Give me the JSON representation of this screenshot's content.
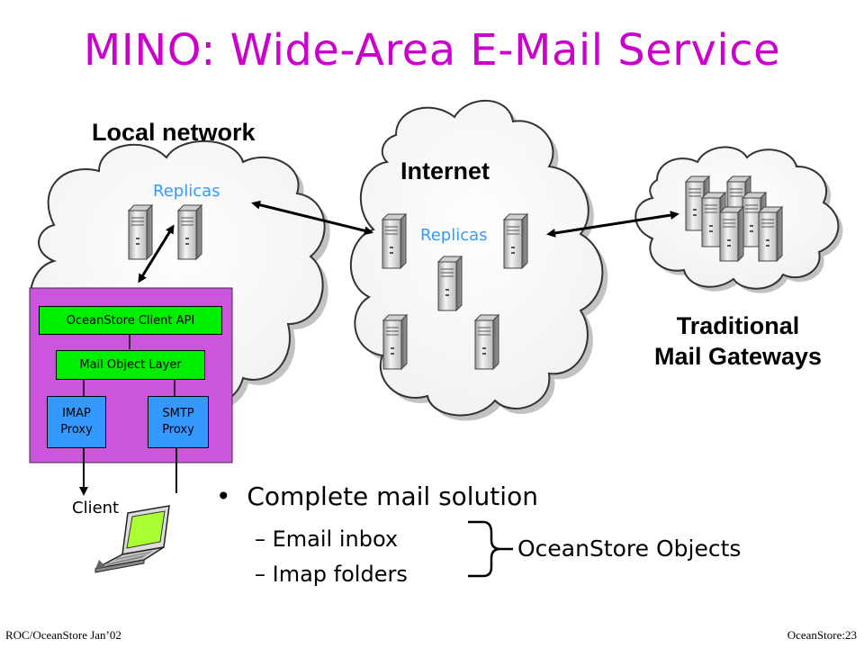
{
  "title": "MINO: Wide-Area E-Mail Service",
  "local_network": {
    "label": "Local network",
    "replicas_label": "Replicas"
  },
  "internet": {
    "label": "Internet",
    "replicas_label": "Replicas"
  },
  "gateways": {
    "label_line1": "Traditional",
    "label_line2": "Mail Gateways"
  },
  "client_stack": {
    "api_label": "OceanStore Client API",
    "object_layer_label": "Mail Object Layer",
    "imap_line1": "IMAP",
    "imap_line2": "Proxy",
    "smtp_line1": "SMTP",
    "smtp_line2": "Proxy",
    "client_label": "Client"
  },
  "bullets": {
    "main": "Complete mail solution",
    "sub1": "Email inbox",
    "sub2": "Imap folders",
    "brace_label": "OceanStore Objects"
  },
  "footer": {
    "left": "ROC/OceanStore Jan’02",
    "right": "OceanStore:23"
  },
  "colors": {
    "title": "#cc00cc",
    "replicas_text": "#3399ff",
    "stack_bg": "#cc55dd",
    "green_box": "#00ee00",
    "blue_box": "#3399ff"
  }
}
